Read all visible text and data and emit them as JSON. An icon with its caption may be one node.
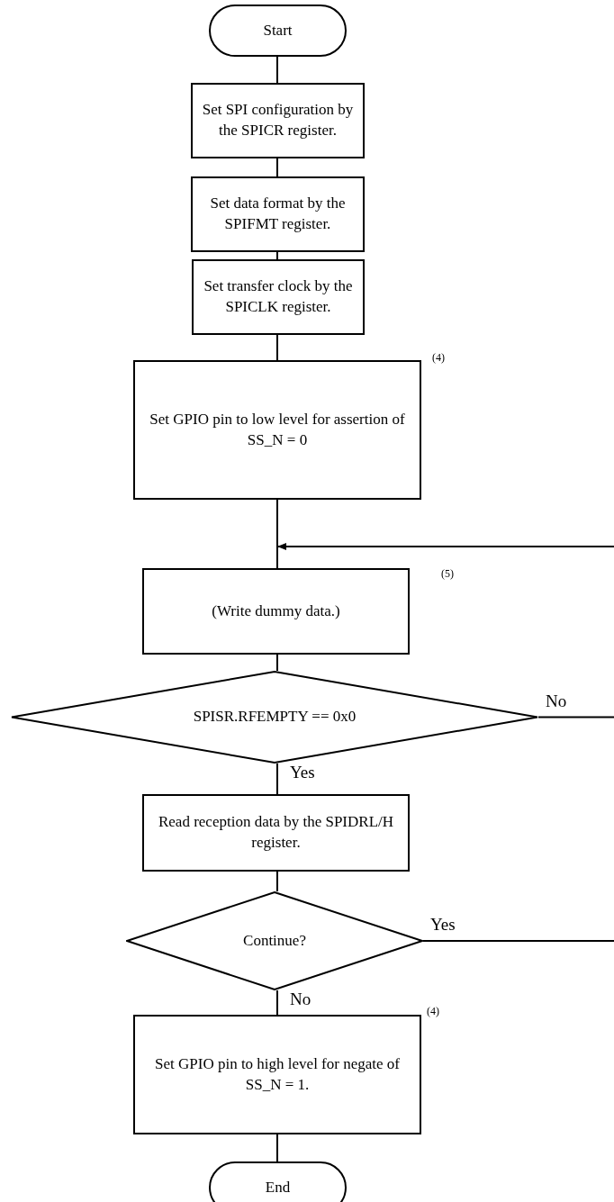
{
  "diagram": {
    "nodes": [
      {
        "text": [
          "Start"
        ]
      },
      {
        "text": [
          "Set SPI configuration by the SPICR register."
        ]
      },
      {
        "text": [
          "Set data format by the SPIFMT register."
        ]
      },
      {
        "text": [
          "Set transfer clock by the SPICLK register."
        ]
      },
      {
        "text": [
          "Set GPIO pin to low level for assertion of SS_N = 0"
        ],
        "beside": [
          "(4)"
        ]
      },
      {
        "text": [
          "(Write dummy data.)"
        ],
        "beside": [
          "(5)"
        ]
      },
      {
        "text": [
          "SPISR.RFEMPTY == 0x0"
        ]
      },
      {
        "text": [
          "Read reception data by the SPIDRL/H register."
        ]
      },
      {
        "text": [
          "Continue?"
        ]
      },
      {
        "text": [
          "Set GPIO pin to high level for negate of SS_N = 1."
        ],
        "beside": [
          "(4)"
        ]
      },
      {
        "text": [
          "End"
        ]
      }
    ],
    "edges": [
      {
        "from": 0,
        "to": 1,
        "arrow": "none"
      },
      {
        "from": 1,
        "to": 2,
        "arrow": "none"
      },
      {
        "from": 2,
        "to": 3,
        "arrow": "none"
      },
      {
        "from": 3,
        "to": 4,
        "arrow": "none"
      },
      {
        "from": 4,
        "to": 5,
        "arrow": "none"
      },
      {
        "from": null,
        "to": 5,
        "arrow": "to"
      },
      {
        "from": 5,
        "to": 6,
        "arrow": "none"
      },
      {
        "from": 6,
        "to": null,
        "label": "No",
        "arrow": "none"
      },
      {
        "from": 6,
        "to": 7,
        "label": "Yes",
        "arrow": "none"
      },
      {
        "from": 7,
        "to": 8,
        "arrow": "none"
      },
      {
        "from": 8,
        "to": null,
        "label": "Yes",
        "arrow": "none"
      },
      {
        "from": 8,
        "to": 9,
        "label": "No",
        "arrow": "none"
      },
      {
        "from": 9,
        "to": 10,
        "arrow": "none"
      }
    ]
  }
}
